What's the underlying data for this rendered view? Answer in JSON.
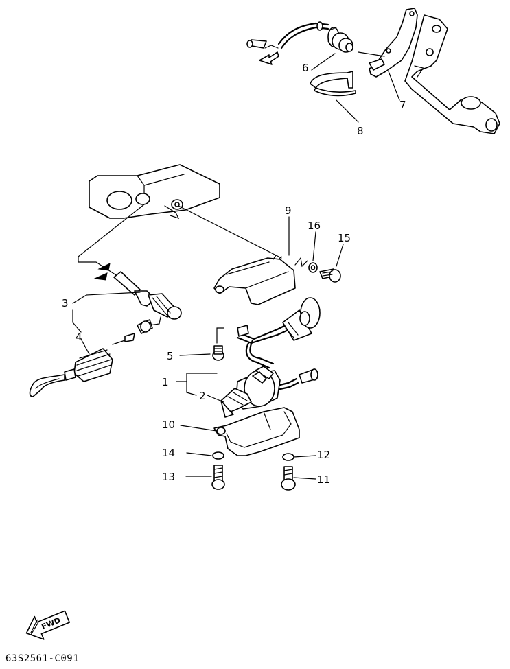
{
  "callouts": {
    "c1": "1",
    "c2": "2",
    "c3": "3",
    "c4": "4",
    "c5": "5",
    "c6": "6",
    "c7": "7",
    "c8": "8",
    "c9": "9",
    "c10": "10",
    "c11": "11",
    "c12": "12",
    "c13": "13",
    "c14": "14",
    "c15": "15",
    "c16": "16"
  },
  "fwd_label": "FWD",
  "drawing_code": "63S2561-C091"
}
